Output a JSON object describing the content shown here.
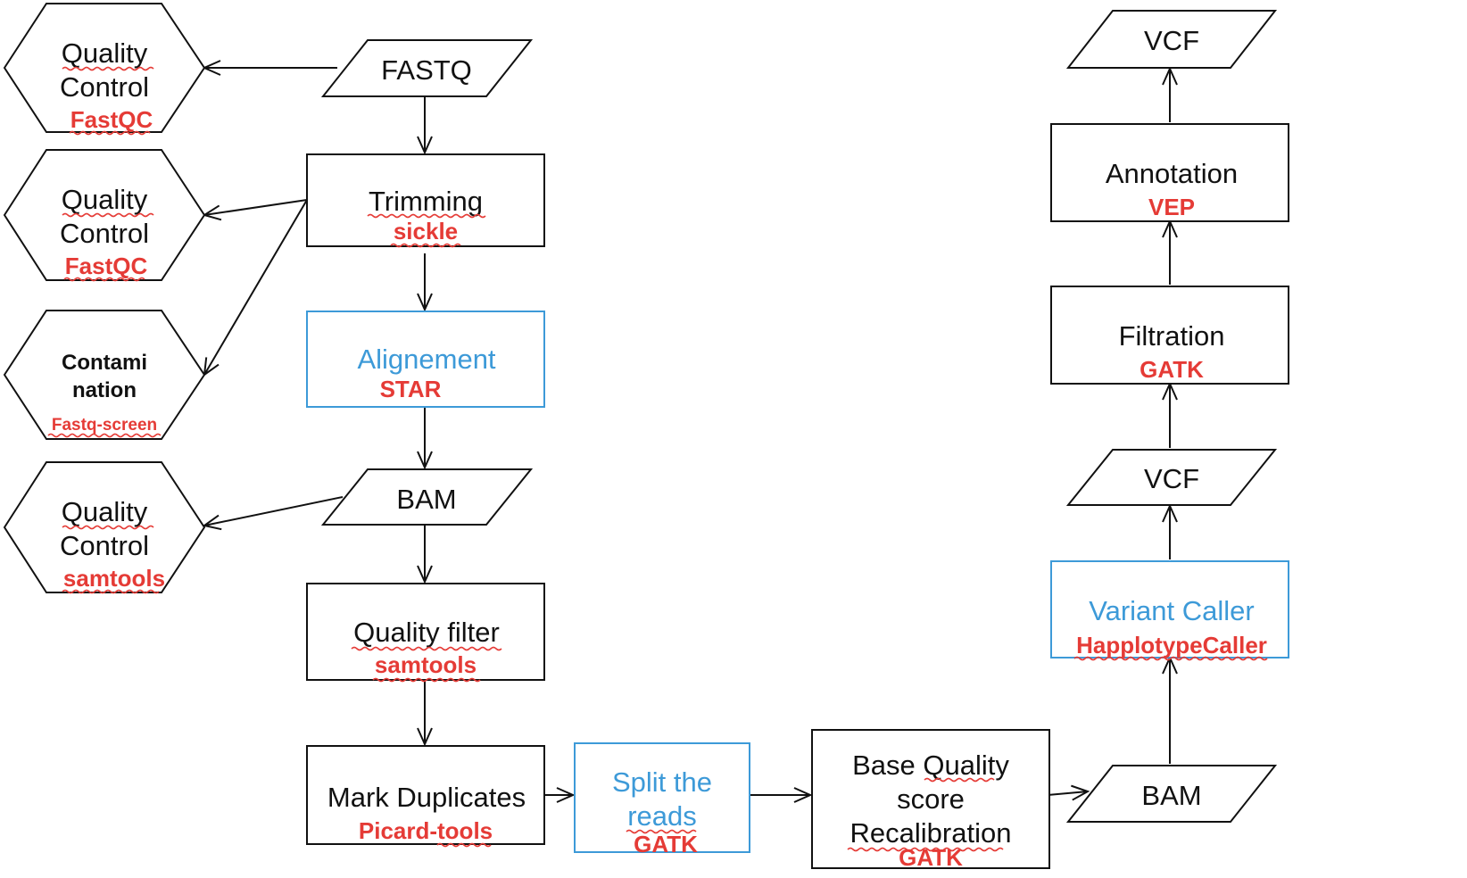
{
  "colors": {
    "text": "#111111",
    "tool": "#e53b36",
    "highlight": "#3d9ad8",
    "stroke": "#111111"
  },
  "nodes": {
    "qc1": {
      "lines": [
        "Quality",
        "Control"
      ],
      "tool": "FastQC"
    },
    "qc2": {
      "lines": [
        "Quality",
        "Control"
      ],
      "tool": "FastQC"
    },
    "contam": {
      "lines": [
        "Contami",
        "nation"
      ],
      "tool": "Fastq-screen"
    },
    "qc3": {
      "lines": [
        "Quality",
        "Control"
      ],
      "tool": "samtools"
    },
    "fastq": {
      "label": "FASTQ"
    },
    "trimming": {
      "label": "Trimming",
      "tool": "sickle"
    },
    "alignement": {
      "label": "Alignement",
      "tool": "STAR"
    },
    "bam1": {
      "label": "BAM"
    },
    "quality_filter": {
      "label": "Quality filter",
      "tool": "samtools"
    },
    "mark_dup": {
      "label": "Mark Duplicates",
      "tool": "Picard-tools"
    },
    "split": {
      "lines": [
        "Split the",
        "reads"
      ],
      "tool": "GATK"
    },
    "bqsr": {
      "lines": [
        "Base Quality",
        "score",
        "Recalibration"
      ],
      "tool": "GATK"
    },
    "bam2": {
      "label": "BAM"
    },
    "variant_caller": {
      "label": "Variant Caller",
      "tool": "HapplotypeCaller"
    },
    "vcf1": {
      "label": "VCF"
    },
    "filtration": {
      "label": "Filtration",
      "tool": "GATK"
    },
    "annotation": {
      "label": "Annotation",
      "tool": "VEP"
    },
    "vcf2": {
      "label": "VCF"
    }
  }
}
